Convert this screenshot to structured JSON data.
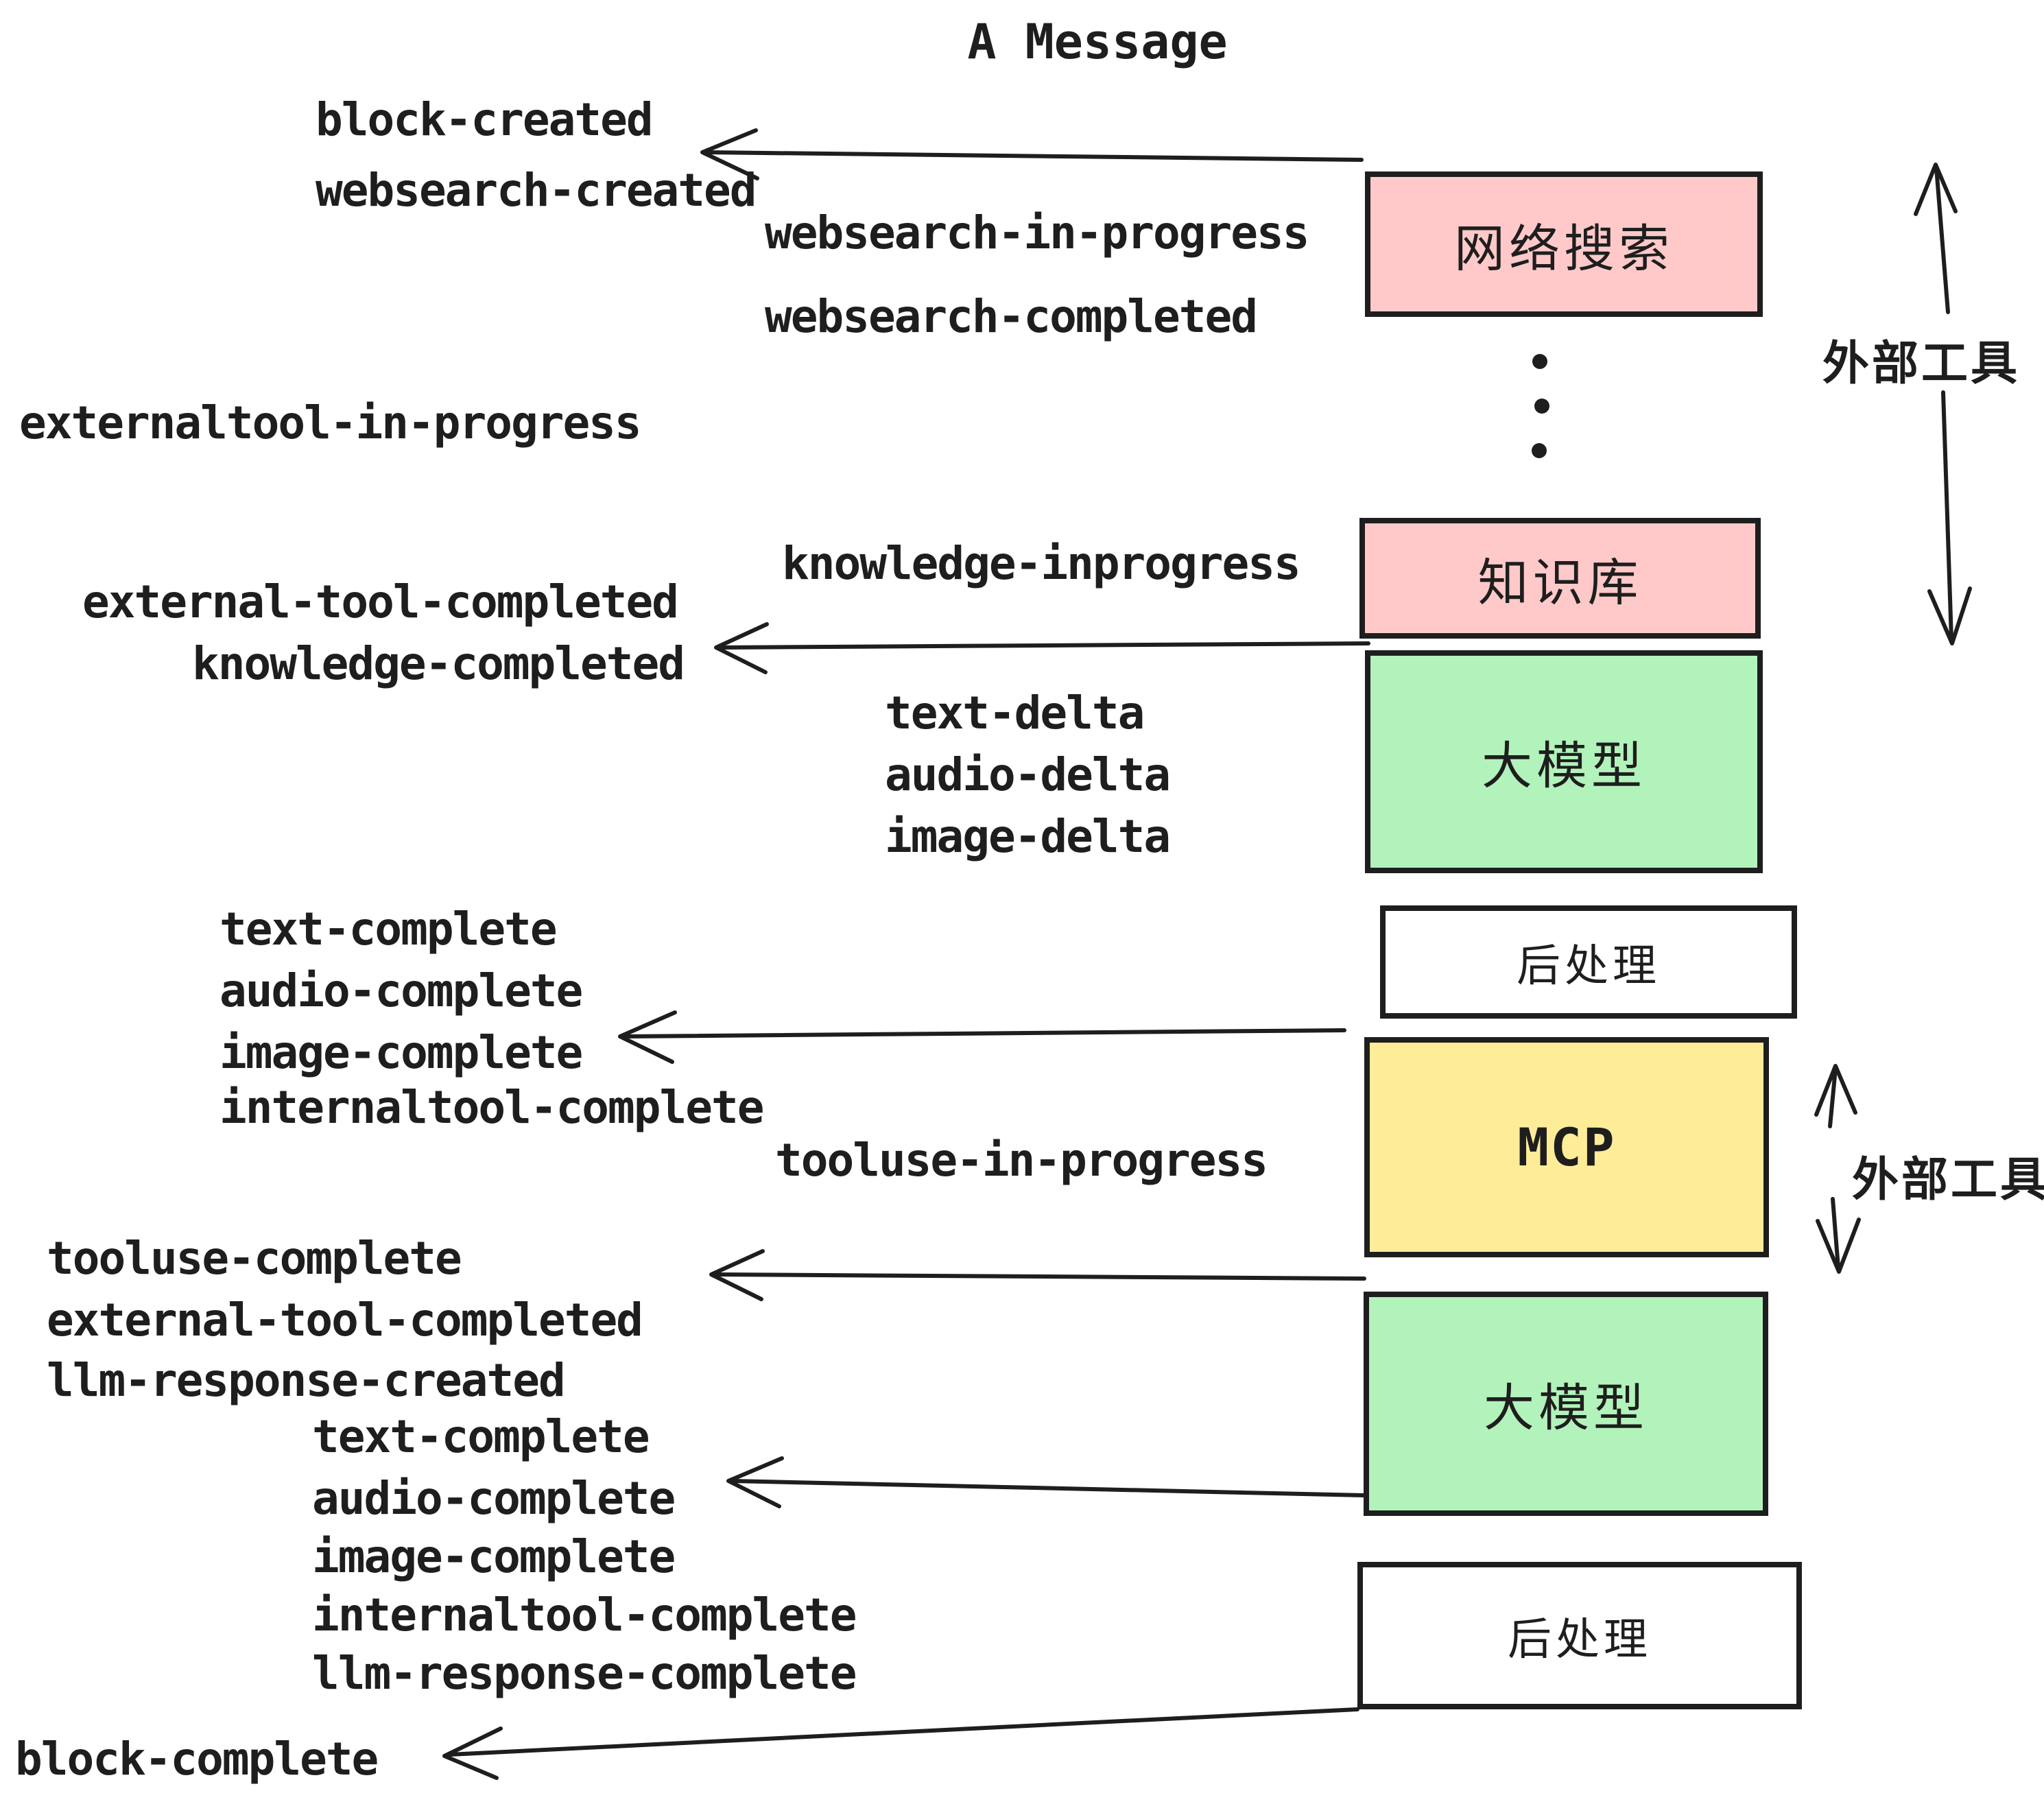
{
  "title": "A Message",
  "palette": {
    "pink": "#ffc9c9",
    "green": "#b2f2bb",
    "yellow": "#ffec99",
    "white": "#ffffff",
    "ink": "#1e1e1e"
  },
  "boxes": {
    "websearch": {
      "label": "网络搜索"
    },
    "knowledge": {
      "label": "知识库"
    },
    "llm_top": {
      "label": "大模型"
    },
    "post_top": {
      "label": "后处理"
    },
    "mcp": {
      "label": "MCP"
    },
    "llm_bottom": {
      "label": "大模型"
    },
    "post_bottom": {
      "label": "后处理"
    }
  },
  "side_labels": {
    "external_tools_top": "外部工具",
    "external_tools_bottom": "外部工具"
  },
  "events": {
    "block_created": "block-created",
    "websearch_created": "websearch-created",
    "websearch_in_progress": "websearch-in-progress",
    "websearch_completed": "websearch-completed",
    "externaltool_in_progress": "externaltool-in-progress",
    "knowledge_inprogress": "knowledge-inprogress",
    "external_tool_completed": "external-tool-completed",
    "knowledge_completed": "knowledge-completed",
    "text_delta_1": "text-delta",
    "audio_delta_1": "audio-delta",
    "image_delta_1": "image-delta",
    "text_complete_1": "text-complete",
    "audio_complete_1": "audio-complete",
    "image_complete_1": "image-complete",
    "internaltool_complete_1": "internaltool-complete",
    "tooluse_in_progress": "tooluse-in-progress",
    "tooluse_complete": "tooluse-complete",
    "external_tool_completed_2": "external-tool-completed",
    "llm_response_created": "llm-response-created",
    "text_complete_2": "text-complete",
    "audio_complete_2": "audio-complete",
    "image_complete_2": "image-complete",
    "internaltool_complete_2": "internaltool-complete",
    "llm_response_complete": "llm-response-complete",
    "block_complete": "block-complete"
  }
}
